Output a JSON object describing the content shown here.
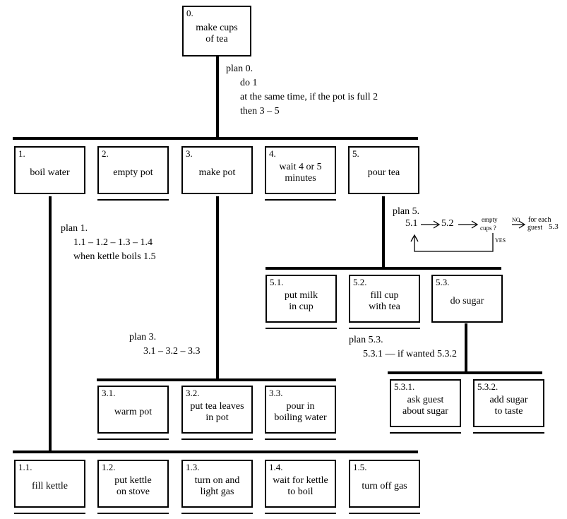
{
  "colors": {
    "ink": "#000000",
    "paper": "#ffffff"
  },
  "nodes": {
    "n0": {
      "num": "0.",
      "label": "make cups\nof tea"
    },
    "n1": {
      "num": "1.",
      "label": "boil water"
    },
    "n2": {
      "num": "2.",
      "label": "empty pot"
    },
    "n3": {
      "num": "3.",
      "label": "make pot"
    },
    "n4": {
      "num": "4.",
      "label": "wait 4 or 5\nminutes"
    },
    "n5": {
      "num": "5.",
      "label": "pour tea"
    },
    "n51": {
      "num": "5.1.",
      "label": "put milk\nin cup"
    },
    "n52": {
      "num": "5.2.",
      "label": "fill cup\nwith tea"
    },
    "n53": {
      "num": "5.3.",
      "label": "do sugar"
    },
    "n531": {
      "num": "5.3.1.",
      "label": "ask guest\nabout sugar"
    },
    "n532": {
      "num": "5.3.2.",
      "label": "add sugar\nto taste"
    },
    "n31": {
      "num": "3.1.",
      "label": "warm pot"
    },
    "n32": {
      "num": "3.2.",
      "label": "put tea leaves\nin pot"
    },
    "n33": {
      "num": "3.3.",
      "label": "pour in\nboiling water"
    },
    "n11": {
      "num": "1.1.",
      "label": "fill kettle"
    },
    "n12": {
      "num": "1.2.",
      "label": "put kettle\non stove"
    },
    "n13": {
      "num": "1.3.",
      "label": "turn on and\nlight gas"
    },
    "n14": {
      "num": "1.4.",
      "label": "wait for kettle\nto boil"
    },
    "n15": {
      "num": "1.5.",
      "label": "turn off gas"
    }
  },
  "plans": {
    "p0": [
      "plan 0.",
      "do 1",
      "at the same time, if the pot is full 2",
      "then 3 – 5"
    ],
    "p1": [
      "plan 1.",
      "1.1 – 1.2 – 1.3 – 1.4",
      "when kettle boils  1.5"
    ],
    "p3": [
      "plan 3.",
      "3.1 – 3.2 – 3.3"
    ],
    "p53": [
      "plan 5.3.",
      "5.3.1 — if wanted 5.3.2"
    ]
  },
  "plan5": {
    "title": "plan 5.",
    "s1": "5.1",
    "s2": "5.2",
    "q1": "empty",
    "q2": "cups ?",
    "no": "NO",
    "yes": "YES",
    "f1": "for each",
    "f2": "guest",
    "s3": "5.3"
  }
}
